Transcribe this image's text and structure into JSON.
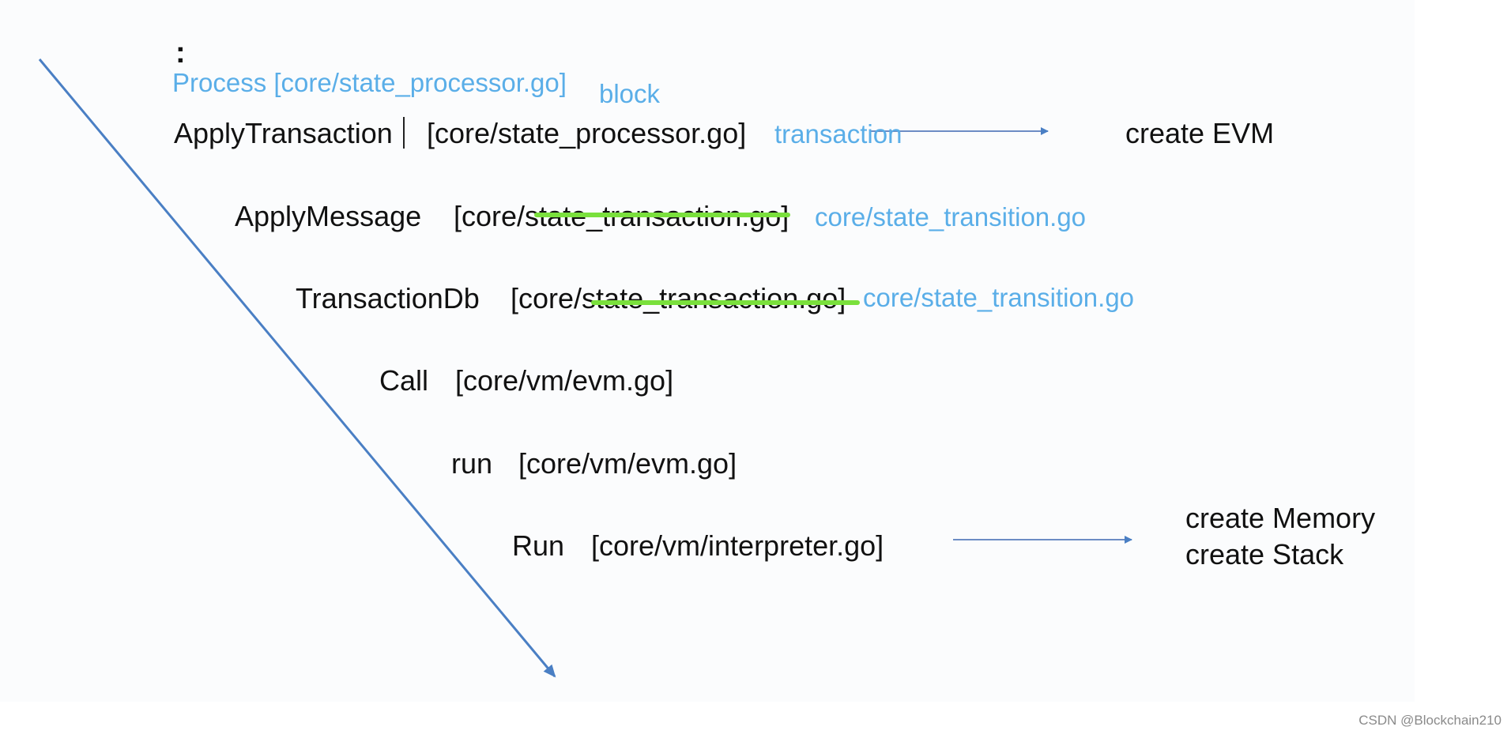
{
  "diagram": {
    "colon": ":",
    "process_note": "Process [core/state_processor.go]",
    "block_note": "block",
    "rows": [
      {
        "func": "ApplyTransaction",
        "file": "[core/state_processor.go]",
        "note": "transaction"
      },
      {
        "func": "ApplyMessage",
        "file_prefix": "[core/",
        "file_struck": "state_transaction.go",
        "file_suffix": "]",
        "note": "core/state_transition.go"
      },
      {
        "func": "TransactionDb",
        "file_prefix": "[core/",
        "file_struck": "state_transaction.go",
        "file_suffix": "]",
        "note": "core/state_transition.go"
      },
      {
        "func": "Call",
        "file": "[core/vm/evm.go]"
      },
      {
        "func": "run",
        "file": "[core/vm/evm.go]"
      },
      {
        "func": "Run",
        "file": "[core/vm/interpreter.go]"
      }
    ],
    "outputs": {
      "evm": "create EVM",
      "memory": "create Memory",
      "stack": "create Stack"
    },
    "colors": {
      "text": "#111111",
      "annotation": "#5aaee8",
      "strikethrough": "#7ae03c",
      "arrow": "#4a7fc4"
    }
  },
  "watermark": "CSDN @Blockchain210"
}
